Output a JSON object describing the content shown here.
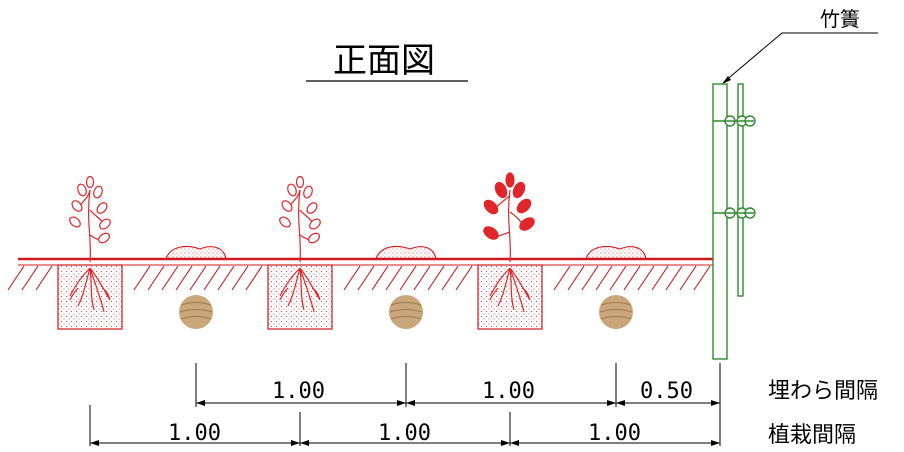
{
  "diagram": {
    "title": "正面図",
    "fence_label": "竹簀",
    "row_labels": {
      "straw": "埋わら間隔",
      "planting": "植栽間隔"
    },
    "straw_spacing": [
      "1.00",
      "1.00",
      "0.50"
    ],
    "planting_spacing": [
      "1.00",
      "1.00",
      "1.00"
    ]
  },
  "colors": {
    "plant": "#e0262a",
    "ground": "#d0191c",
    "fence": "#2f8a2f",
    "straw": "#c9a77a",
    "ink": "#000000"
  }
}
